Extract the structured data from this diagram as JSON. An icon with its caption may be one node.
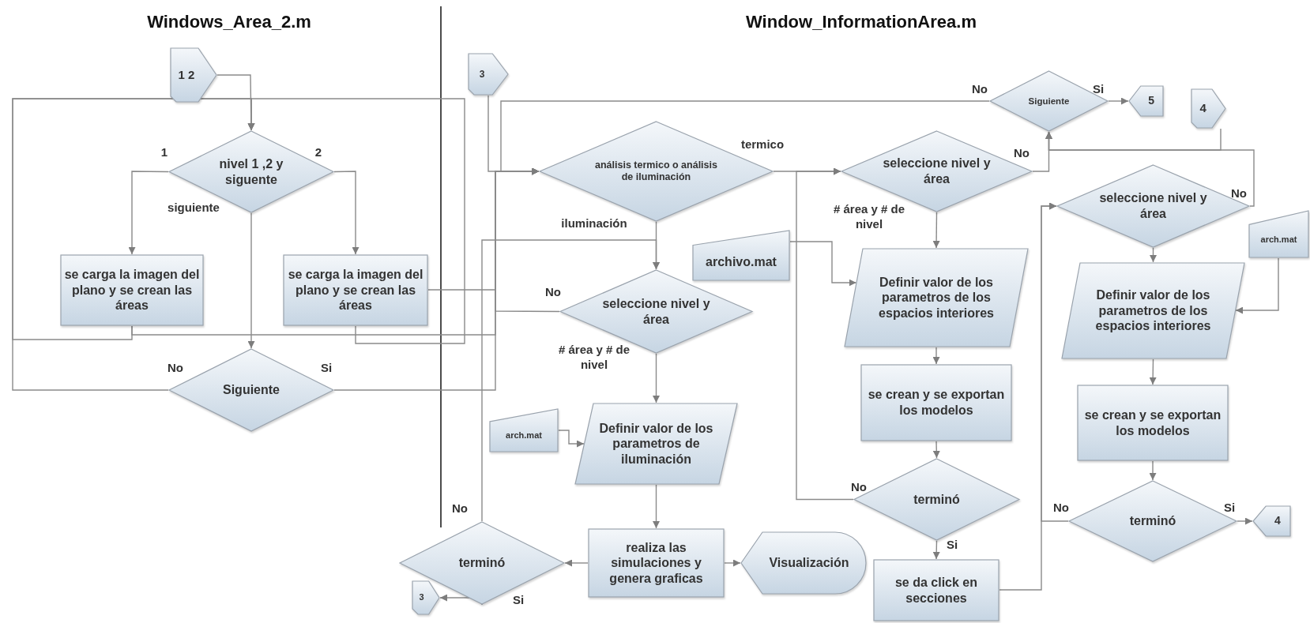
{
  "diagram": {
    "nodes": [
      {
        "text": [
          "1 2"
        ]
      },
      {
        "text": [
          "nivel 1 ,2 y siguente"
        ]
      },
      {
        "text": [
          "se carga la imagen del plano y se crean las áreas"
        ]
      },
      {
        "text": [
          "se carga la imagen del plano y se crean las áreas"
        ]
      },
      {
        "text": [
          "Siguiente"
        ]
      },
      {
        "text": [
          "3"
        ]
      },
      {
        "text": [
          "análisis termico o análisis de iluminación"
        ]
      },
      {
        "text": [
          "seleccione nivel y área"
        ]
      },
      {
        "text": [
          "archivo.mat"
        ]
      },
      {
        "text": [
          "Siguiente"
        ]
      },
      {
        "text": [
          "5"
        ]
      },
      {
        "text": [
          "4"
        ]
      },
      {
        "text": [
          "seleccione nivel y área"
        ]
      },
      {
        "text": [
          "seleccione nivel y área"
        ]
      },
      {
        "text": [
          "arch.mat"
        ]
      },
      {
        "text": [
          "Definir valor de los parametros de los espacios interiores"
        ]
      },
      {
        "text": [
          "Definir valor de los parametros de los espacios interiores"
        ]
      },
      {
        "text": [
          "arch.mat"
        ]
      },
      {
        "text": [
          "Definir valor de los parametros de iluminación"
        ]
      },
      {
        "text": [
          "realiza las simulaciones y genera graficas"
        ]
      },
      {
        "text": [
          "Visualización"
        ]
      },
      {
        "text": [
          "terminó"
        ]
      },
      {
        "text": [
          "3"
        ]
      },
      {
        "text": [
          "se crean y se exportan los modelos"
        ]
      },
      {
        "text": [
          "terminó"
        ]
      },
      {
        "text": [
          "se da click en secciones"
        ]
      },
      {
        "text": [
          "se crean y se exportan los modelos"
        ]
      },
      {
        "text": [
          "terminó"
        ]
      },
      {
        "text": [
          "4"
        ]
      }
    ],
    "edges": [
      {
        "from": 0,
        "to": 1,
        "arrow": "to"
      },
      {
        "from": 1,
        "to": 2,
        "arrow": "to",
        "label": "1"
      },
      {
        "from": 1,
        "to": 3,
        "arrow": "to",
        "label": "2"
      },
      {
        "from": 1,
        "to": 4,
        "arrow": "to",
        "label": "siguiente"
      },
      {
        "from": 4,
        "to": 1,
        "arrow": "to",
        "label": "No"
      },
      {
        "from": 2,
        "to": 1,
        "arrow": "to"
      },
      {
        "from": 2,
        "to": 6,
        "arrow": "to"
      },
      {
        "from": 3,
        "to": 1,
        "arrow": "to"
      },
      {
        "from": 3,
        "to": 6,
        "arrow": "to"
      },
      {
        "from": 4,
        "to": 6,
        "arrow": "to",
        "label": "Si"
      },
      {
        "from": 5,
        "to": 6,
        "arrow": "to"
      },
      {
        "from": 9,
        "to": 6,
        "arrow": "to",
        "label": "No"
      },
      {
        "from": 6,
        "to": 12,
        "arrow": "to",
        "label": "termico"
      },
      {
        "from": 6,
        "to": 7,
        "arrow": "to",
        "label": "iluminación"
      },
      {
        "from": 7,
        "to": 6,
        "arrow": "to",
        "label": "No"
      },
      {
        "from": 7,
        "to": 18,
        "arrow": "to",
        "label": "# área y # de nivel"
      },
      {
        "from": 17,
        "to": 18,
        "arrow": "to"
      },
      {
        "from": 18,
        "to": 19,
        "arrow": "to"
      },
      {
        "from": 19,
        "to": 21,
        "arrow": "to"
      },
      {
        "from": 19,
        "to": 20,
        "arrow": "to"
      },
      {
        "from": 21,
        "to": 22,
        "arrow": "to",
        "label": "Si"
      },
      {
        "from": 21,
        "to": 7,
        "arrow": "to",
        "label": "No"
      },
      {
        "from": 12,
        "to": 15,
        "arrow": "to",
        "label": "# área y # de nivel"
      },
      {
        "from": 12,
        "to": 9,
        "arrow": "to",
        "label": "No"
      },
      {
        "from": 8,
        "to": 15,
        "arrow": "to"
      },
      {
        "from": 15,
        "to": 23,
        "arrow": "to"
      },
      {
        "from": 23,
        "to": 24,
        "arrow": "to"
      },
      {
        "from": 24,
        "to": 12,
        "arrow": "to",
        "label": "No"
      },
      {
        "from": 24,
        "to": 25,
        "arrow": "to",
        "label": "Si"
      },
      {
        "from": 25,
        "to": 13,
        "arrow": "to"
      },
      {
        "from": 9,
        "to": 10,
        "arrow": "to",
        "label": "Si"
      },
      {
        "from": 13,
        "to": 9,
        "arrow": "to",
        "label": "No"
      },
      {
        "from": 11,
        "to": 9,
        "arrow": "to"
      },
      {
        "from": 13,
        "to": 16,
        "arrow": "to"
      },
      {
        "from": 14,
        "to": 16,
        "arrow": "to"
      },
      {
        "from": 16,
        "to": 26,
        "arrow": "to"
      },
      {
        "from": 26,
        "to": 27,
        "arrow": "to"
      },
      {
        "from": 27,
        "to": 28,
        "arrow": "to",
        "label": "Si"
      },
      {
        "from": 27,
        "to": 13,
        "arrow": "to",
        "label": "No"
      }
    ],
    "labels": [
      "Windows_Area_2.m",
      "Window_InformationArea.m"
    ]
  }
}
